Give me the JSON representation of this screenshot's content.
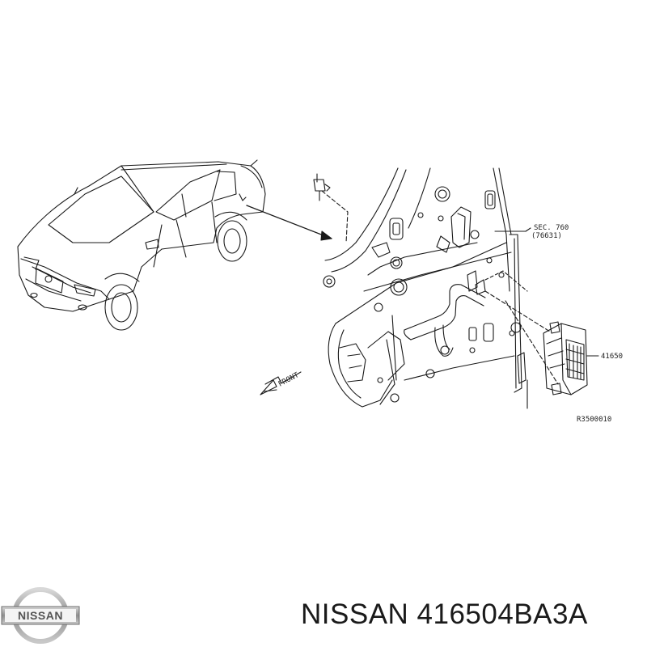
{
  "diagram": {
    "labels": {
      "sec_ref_line1": "SEC. 760",
      "sec_ref_line2": "(76631)",
      "part_callout": "41650",
      "front_indicator": "FRONT",
      "diagram_code": "R3500010"
    }
  },
  "logo": {
    "brand_text": "NISSAN"
  },
  "caption": {
    "text": "NISSAN 416504BA3A"
  },
  "colors": {
    "line": "#1a1a1a",
    "background": "#ffffff",
    "logo_silver": "#9a9a9a"
  }
}
